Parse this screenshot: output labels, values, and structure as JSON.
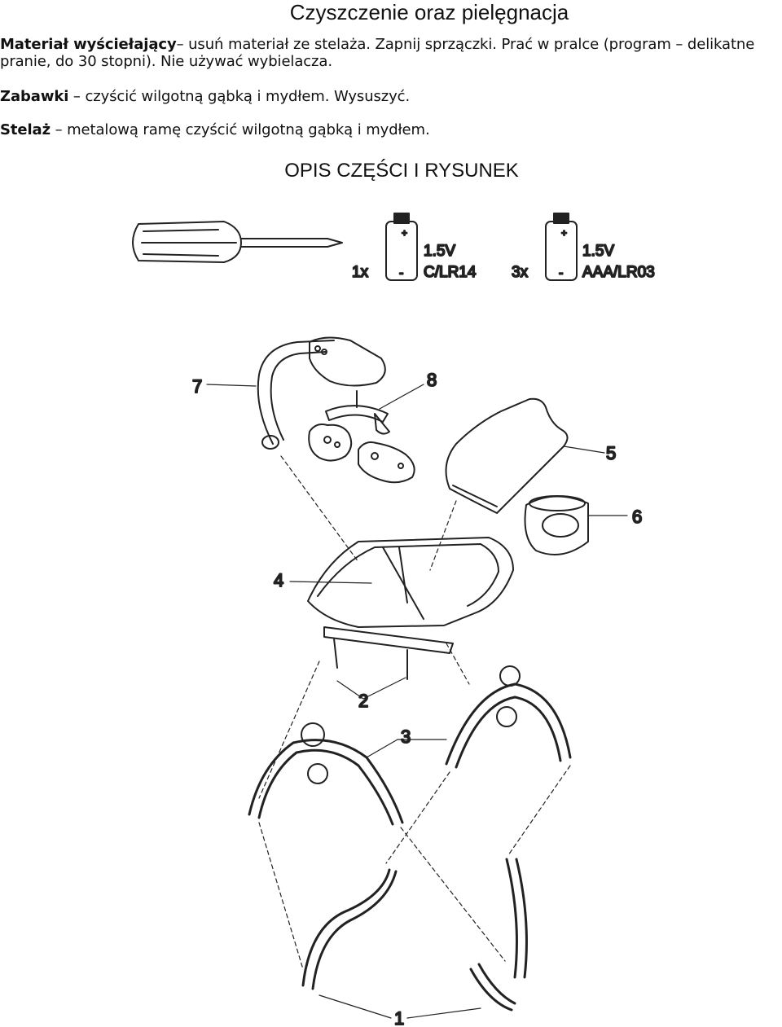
{
  "title": "Czyszczenie oraz pielęgnacja",
  "paragraphs": {
    "p1_bold": "Materiał wyściełający",
    "p1_line1": "– usuń materiał ze stelaża. Zapnij sprzączki. Prać w pralce (program – delikatne",
    "p1_line2": "pranie, do 30 stopni). Nie używać wybielacza.",
    "p2_bold": "Zabawki",
    "p2_text": " – czyścić wilgotną gąbką i mydłem. Wysuszyć.",
    "p3_bold": "Stelaż",
    "p3_text": " – metalową ramę czyścić wilgotną gąbką i mydłem."
  },
  "section_heading": "OPIS CZĘŚCI I RYSUNEK",
  "tools": {
    "battery_c": {
      "count": "1x",
      "voltage": "1.5V",
      "type": "C/LR14",
      "minus": "-"
    },
    "battery_aaa": {
      "count": "3x",
      "voltage": "1.5V",
      "type": "AAA/LR03",
      "minus": "-"
    }
  },
  "parts": {
    "n1": "1",
    "n2": "2",
    "n3": "3",
    "n4": "4",
    "n5": "5",
    "n6": "6",
    "n7": "7",
    "n8": "8"
  }
}
